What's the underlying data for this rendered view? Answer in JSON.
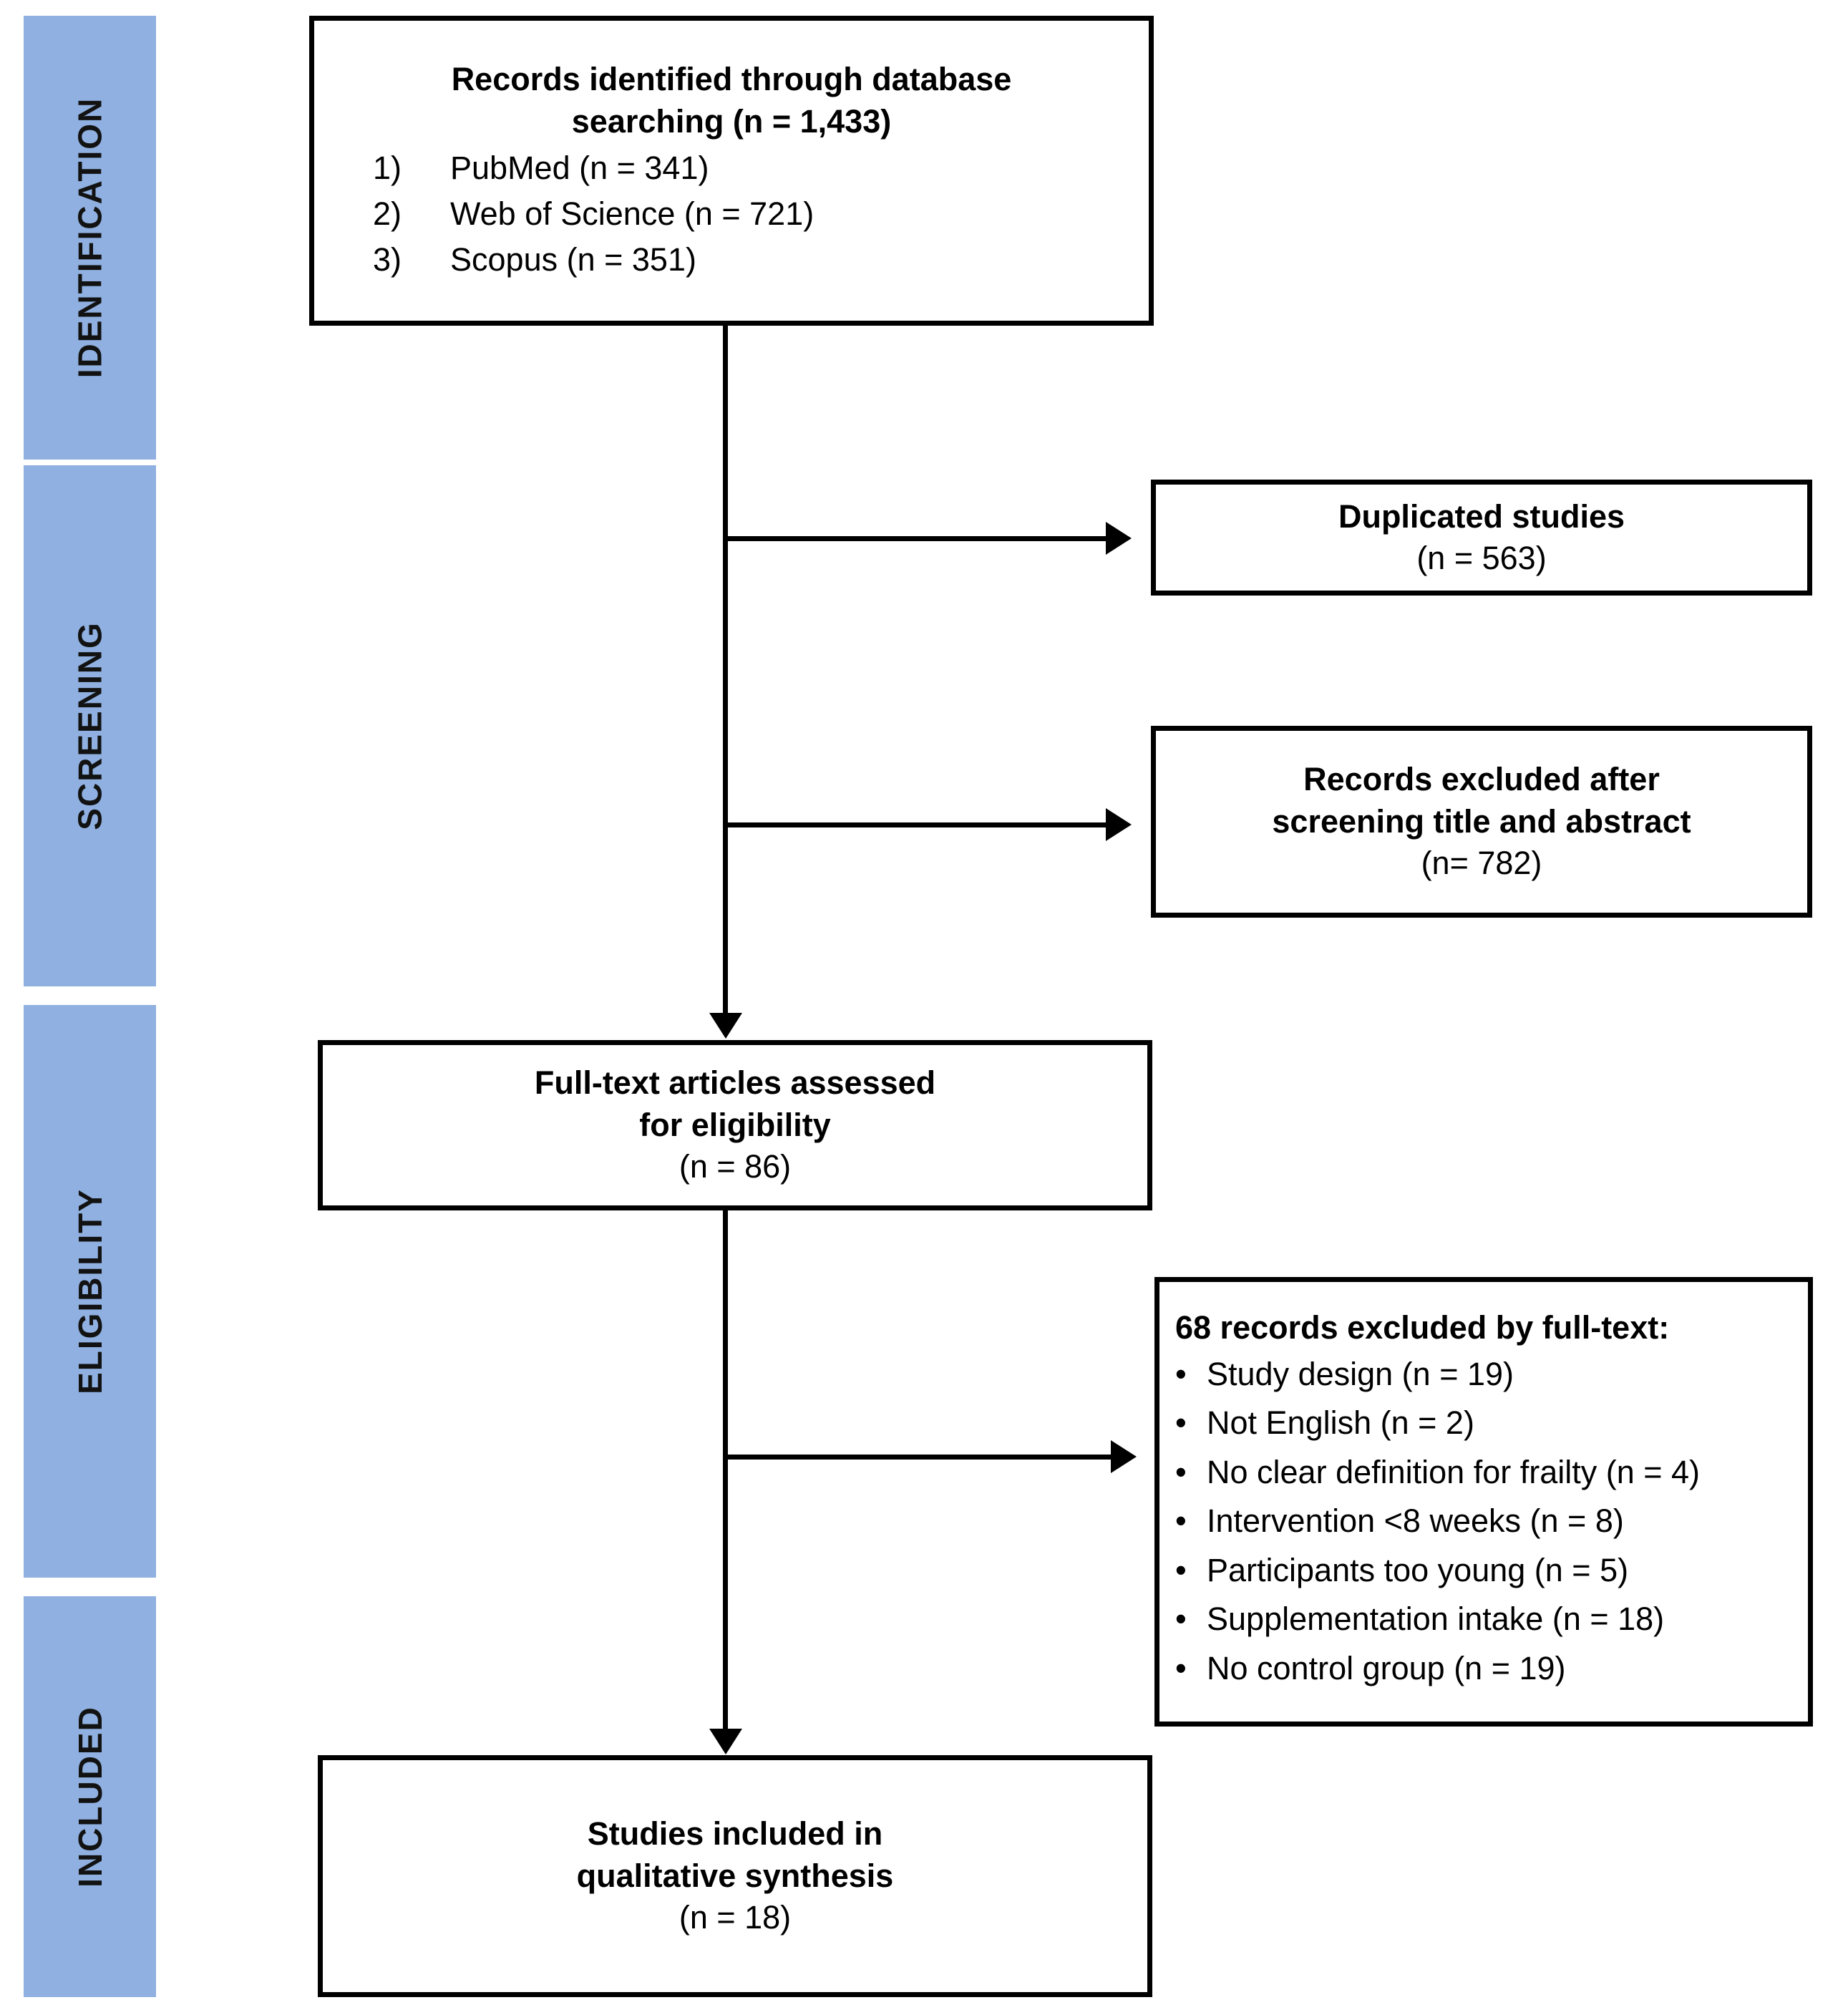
{
  "diagram": {
    "title": "PRISMA flow diagram",
    "accent_color": "#8fb0e0",
    "line_color": "#000000",
    "background_color": "#ffffff"
  },
  "stages": [
    {
      "label": "IDENTIFICATION"
    },
    {
      "label": "SCREENING"
    },
    {
      "label": "ELIGIBILITY"
    },
    {
      "label": "INCLUDED"
    }
  ],
  "boxes": {
    "identified": {
      "title_line1": "Records identified through database",
      "title_line2": "searching (n = 1,433)",
      "sources": [
        {
          "num": "1)",
          "text": "PubMed (n = 341)"
        },
        {
          "num": "2)",
          "text": "Web of Science (n = 721)"
        },
        {
          "num": "3)",
          "text": "Scopus (n = 351)"
        }
      ]
    },
    "duplicates": {
      "title": "Duplicated studies",
      "count": "(n = 563)"
    },
    "screened_out": {
      "title_line1": "Records excluded after",
      "title_line2": "screening title and abstract",
      "count": "(n= 782)"
    },
    "fulltext": {
      "title_line1": "Full-text articles assessed",
      "title_line2": "for eligibility",
      "count": "(n = 86)"
    },
    "excluded_fulltext": {
      "heading": "68 records excluded by full-text:",
      "bullet_glyph": "•",
      "items": [
        "Study design (n = 19)",
        "Not English (n = 2)",
        "No clear definition for frailty (n = 4)",
        "Intervention <8 weeks (n = 8)",
        "Participants too young (n = 5)",
        "Supplementation intake (n = 18)",
        "No control group (n = 19)"
      ]
    },
    "included": {
      "title_line1": "Studies included in",
      "title_line2": "qualitative synthesis",
      "count": "(n = 18)"
    }
  },
  "chart_data": {
    "type": "diagram",
    "title": "PRISMA flow diagram",
    "nodes": [
      {
        "id": "identified",
        "stage": "IDENTIFICATION",
        "label": "Records identified through database searching",
        "n": 1433,
        "breakdown": [
          {
            "source": "PubMed",
            "n": 341
          },
          {
            "source": "Web of Science",
            "n": 721
          },
          {
            "source": "Scopus",
            "n": 351
          }
        ]
      },
      {
        "id": "duplicates",
        "stage": "SCREENING",
        "label": "Duplicated studies",
        "n": 563
      },
      {
        "id": "screened_out",
        "stage": "SCREENING",
        "label": "Records excluded after screening title and abstract",
        "n": 782
      },
      {
        "id": "fulltext",
        "stage": "ELIGIBILITY",
        "label": "Full-text articles assessed for eligibility",
        "n": 86
      },
      {
        "id": "excluded_fulltext",
        "stage": "ELIGIBILITY",
        "label": "records excluded by full-text",
        "n": 68,
        "breakdown": [
          {
            "reason": "Study design",
            "n": 19
          },
          {
            "reason": "Not English",
            "n": 2
          },
          {
            "reason": "No clear definition for frailty",
            "n": 4
          },
          {
            "reason": "Intervention <8 weeks",
            "n": 8
          },
          {
            "reason": "Participants too young",
            "n": 5
          },
          {
            "reason": "Supplementation intake",
            "n": 18
          },
          {
            "reason": "No control group",
            "n": 19
          }
        ]
      },
      {
        "id": "included",
        "stage": "INCLUDED",
        "label": "Studies included in qualitative synthesis",
        "n": 18
      }
    ],
    "edges": [
      {
        "from": "identified",
        "to": "duplicates",
        "kind": "exclusion"
      },
      {
        "from": "identified",
        "to": "screened_out",
        "kind": "exclusion"
      },
      {
        "from": "identified",
        "to": "fulltext",
        "kind": "flow"
      },
      {
        "from": "fulltext",
        "to": "excluded_fulltext",
        "kind": "exclusion"
      },
      {
        "from": "fulltext",
        "to": "included",
        "kind": "flow"
      }
    ]
  }
}
